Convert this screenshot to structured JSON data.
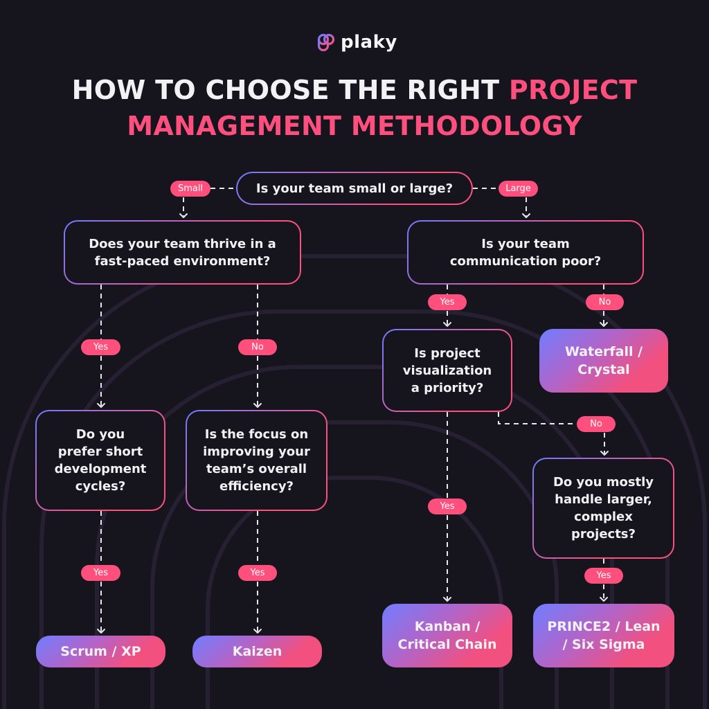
{
  "brand": {
    "name": "plaky"
  },
  "title": {
    "part1": "HOW TO CHOOSE THE RIGHT ",
    "part2": "PROJECT",
    "line2": "MANAGEMENT METHODOLOGY"
  },
  "questions": {
    "q0": "Is your team small or large?",
    "q1": "Does your team thrive in a\nfast-paced environment?",
    "q2": "Is your team\ncommunication poor?",
    "q3": "Do you\nprefer short\ndevelopment\ncycles?",
    "q4": "Is the focus on\nimproving your\nteam’s overall\nefficiency?",
    "q5": "Is project\nvisualization\na priority?",
    "q6": "Do you mostly\nhandle larger,\ncomplex\nprojects?"
  },
  "results": {
    "waterfall": "Waterfall /\nCrystal",
    "scrum": "Scrum / XP",
    "kaizen": "Kaizen",
    "kanban": "Kanban /\nCritical Chain",
    "prince": "PRINCE2 / Lean\n/ Six Sigma"
  },
  "labels": {
    "small": "Small",
    "large": "Large",
    "q1_yes": "Yes",
    "q1_no": "No",
    "q2_yes": "Yes",
    "q2_no": "No",
    "q5_no": "No",
    "q5_yes": "Yes",
    "q3_yes": "Yes",
    "q4_yes": "Yes",
    "q6_yes": "Yes"
  },
  "colors": {
    "background": "#16141d",
    "accent": "#ff4f7f",
    "blue": "#6f7cff"
  }
}
